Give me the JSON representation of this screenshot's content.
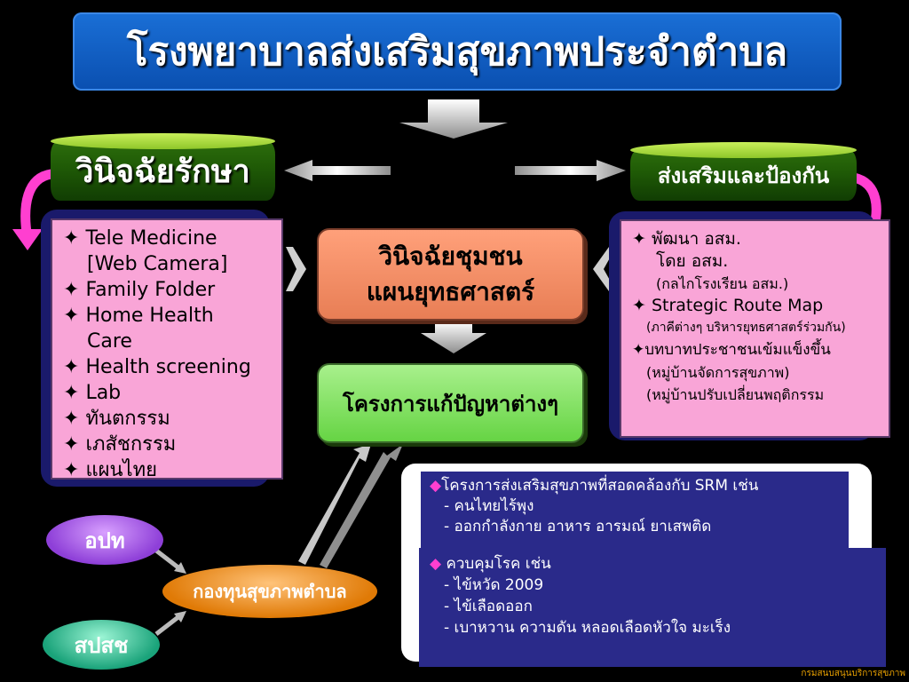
{
  "title": "โรงพยาบาลส่งเสริมสุขภาพประจำตำบล",
  "left_cylinder": "วินิจฉัยรักษา",
  "right_cylinder": "ส่งเสริมและป้องกัน",
  "left_list": {
    "bullet": "✦",
    "items": [
      {
        "l1": "Tele Medicine",
        "l2": "[Web Camera]"
      },
      {
        "l1": "Family Folder"
      },
      {
        "l1": "Home Health",
        "l2": "Care"
      },
      {
        "l1": "Health screening"
      },
      {
        "l1": "Lab"
      },
      {
        "l1": "ทันตกรรม"
      },
      {
        "l1": "เภสัชกรรม"
      },
      {
        "l1": "แผนไทย"
      }
    ]
  },
  "right_list": {
    "bullet": "✦",
    "item1_l1": "พัฒนา อสม.",
    "item1_l2": "โดย อสม.",
    "item1_note": "(กลไกโรงเรียน อสม.)",
    "item2_l1": "Strategic Route Map",
    "item2_note": "(ภาคีต่างๆ บริหารยุทธศาสตร์ร่วมกัน)",
    "item3_l1": "บทบาทประชาชนเข้มแข็งขึ้น",
    "item3_note1": "(หมู่บ้านจัดการสุขภาพ)",
    "item3_note2": "(หมู่บ้านปรับเปลี่ยนพฤติกรรม"
  },
  "center_top_line1": "วินิจฉัยชุมชน",
  "center_top_line2": "แผนยุทธศาสตร์",
  "center_bottom": "โครงการแก้ปัญหาต่างๆ",
  "oval_a": "อปท",
  "oval_b": "สปสช",
  "oval_c": "กองทุนสุขภาพตำบล",
  "box1": {
    "bullet": "◆",
    "line1": "โครงการส่งเสริมสุขภาพที่สอดคล้องกับ SRM เช่น",
    "line2": "- คนไทยไร้พุง",
    "line3": "- ออกกำลังกาย อาหาร อารมณ์ ยาเสพติด"
  },
  "box2": {
    "bullet": "◆",
    "line1": "ควบคุมโรค เช่น",
    "line2": "- ไข้หวัด 2009",
    "line3": "- ไข้เลือดออก",
    "line4": "- เบาหวาน ความดัน หลอดเลือดหัวใจ มะเร็ง"
  },
  "footer": "กรมสนบสนุนบริการสุขภาพ"
}
